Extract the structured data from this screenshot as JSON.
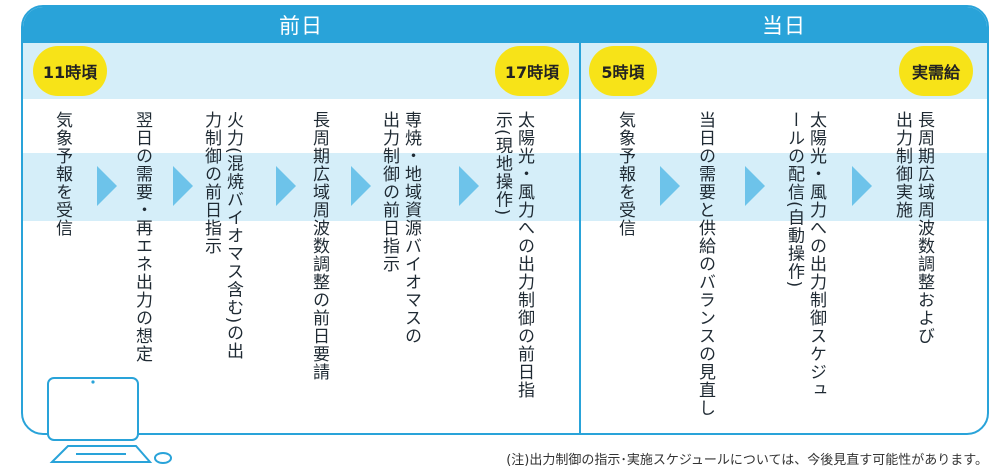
{
  "sections": {
    "day_before": "前日",
    "same_day": "当日"
  },
  "times": {
    "t11": "11時頃",
    "t17": "17時頃",
    "t5": "5時頃",
    "supply": "実需給"
  },
  "steps": [
    "気象予報を受信",
    "翌日の需要・再エネ出力の想定",
    "火力(混焼バイオマス含む)の出力制御の前日指示",
    "長周期広域周波数調整の前日要請",
    "専焼・地域資源バイオマスの出力制御の前日指示",
    "太陽光・風力への出力制御の前日指示(現地操作)",
    "気象予報を受信",
    "当日の需要と供給のバランスの見直し",
    "太陽光・風力への出力制御スケジュールの配信(自動操作)",
    "長周期広域周波数調整および出力制御実施"
  ],
  "note": "(注)出力制御の指示･実施スケジュールについては、今後見直す可能性があります。",
  "colors": {
    "accent": "#29a3d9",
    "band": "#d5eef9",
    "time_badge": "#f7e318",
    "arrow": "#6dc3ea"
  },
  "icons": [
    "computer-icon"
  ]
}
